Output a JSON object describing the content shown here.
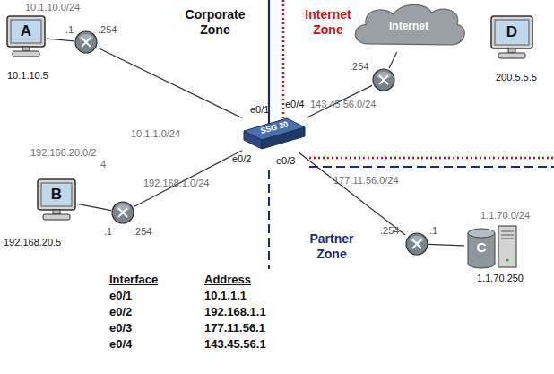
{
  "diagram": {
    "nodes": [
      {
        "text": [
          "A"
        ]
      },
      {
        "text": [
          ".1",
          ".254"
        ]
      },
      {
        "text": [
          "Internet"
        ]
      },
      {
        "text": [
          "D"
        ]
      },
      {
        "text": [
          ".254"
        ]
      },
      {
        "text": [
          "SSG 20"
        ]
      },
      {
        "text": [
          "B"
        ]
      },
      {
        "text": [
          ".1",
          ".254"
        ]
      },
      {
        "text": [
          ".254",
          ".1"
        ]
      },
      {
        "text": [
          "C"
        ]
      }
    ],
    "edges": [
      {
        "from": 0,
        "to": 1,
        "arrow": "none"
      },
      {
        "from": 1,
        "to": 5,
        "arrow": "none",
        "label": "10.1.1.0/24"
      },
      {
        "from": 2,
        "to": 4,
        "arrow": "none"
      },
      {
        "from": 4,
        "to": 5,
        "arrow": "none",
        "label": "143.45.56.0/24"
      },
      {
        "from": 6,
        "to": 7,
        "arrow": "none"
      },
      {
        "from": 7,
        "to": 5,
        "arrow": "none",
        "label": "192.168.1.0/24"
      },
      {
        "from": 5,
        "to": 8,
        "arrow": "none",
        "label": "177.11.56.0/24"
      },
      {
        "from": 8,
        "to": 9,
        "arrow": "none"
      }
    ],
    "labels": [
      "10.1.10.0/24",
      "10.1.10.5",
      "Corporate Zone",
      "Internet Zone",
      "200.5.5.5",
      "e0/1",
      "e0/4",
      "e0/2",
      "e0/3",
      "192.168.20.0/2",
      "4",
      "192.168.20.5",
      "Partner Zone",
      "1.1.70.0/24",
      "1.1.70.250",
      "Interface",
      "Address",
      "e0/1",
      "10.1.1.1",
      "e0/2",
      "192.168.1.1",
      "e0/3",
      "177.11.56.1",
      "e0/4",
      "143.45.56.1"
    ]
  }
}
